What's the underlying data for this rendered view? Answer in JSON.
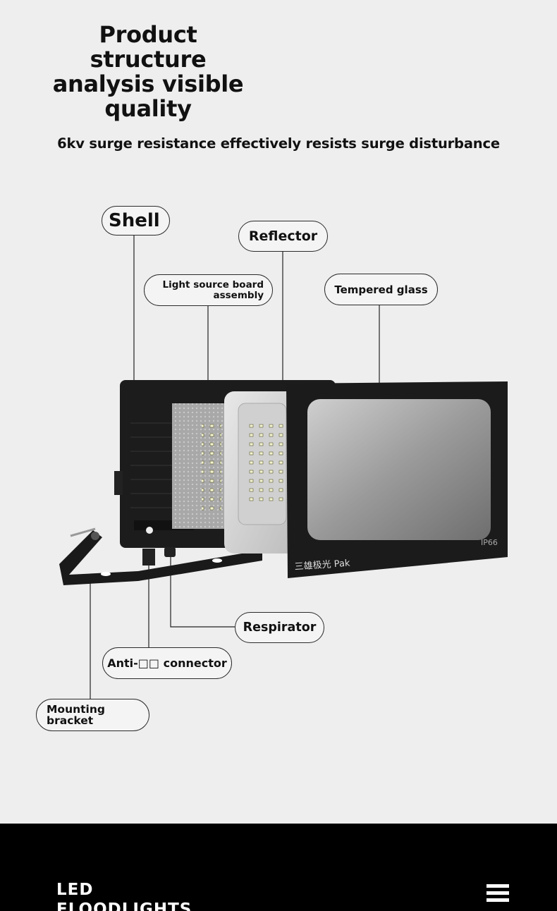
{
  "heading": {
    "title_line1": "Product structure",
    "title_line2": "analysis visible",
    "title_line3": "quality",
    "subtitle": "6kv surge resistance effectively resists surge disturbance"
  },
  "callouts": {
    "shell": "Shell",
    "reflector": "Reflector",
    "light_source_line1": "Light source board",
    "light_source_line2": "assembly",
    "tempered_glass": "Tempered glass",
    "respirator": "Respirator",
    "anti_connector": "Anti-□□ connector",
    "mounting_line1": "Mounting",
    "mounting_line2": "bracket"
  },
  "lamp": {
    "brand_text": "三雄极光 Pak",
    "rating": "IP66"
  },
  "footer": {
    "line1": "LED",
    "line2": "FLOODLIGHTS"
  },
  "colors": {
    "background": "#efeeee",
    "footer": "#000000",
    "housing": "#1c1c1c"
  },
  "icons": {
    "menu": "hamburger-menu-icon"
  }
}
